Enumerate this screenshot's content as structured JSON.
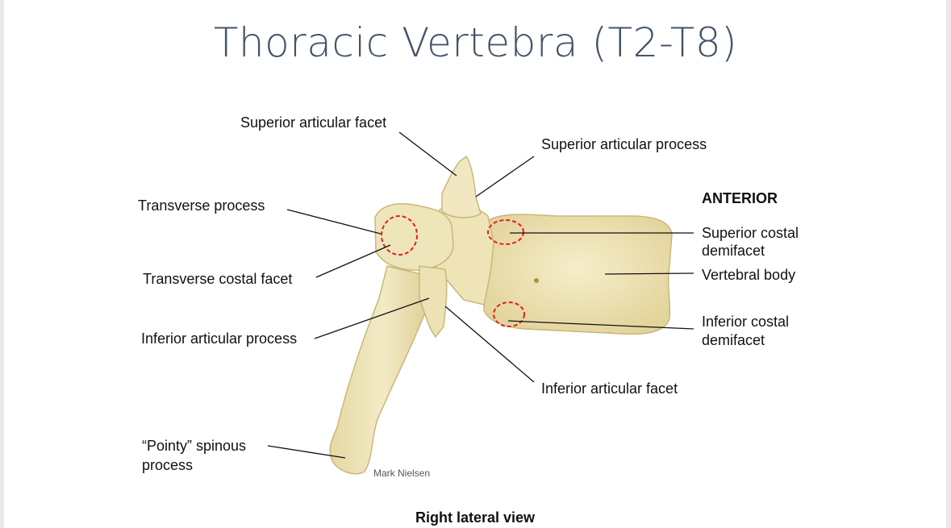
{
  "slide": {
    "title": "Thoracic Vertebra (T2-T8)",
    "caption": "Right lateral view",
    "credit": "Mark Nielsen",
    "orientation": "ANTERIOR"
  },
  "labels": {
    "superior_articular_facet": "Superior articular facet",
    "superior_articular_process": "Superior articular process",
    "transverse_process": "Transverse process",
    "transverse_costal_facet": "Transverse costal facet",
    "inferior_articular_process": "Inferior articular process",
    "inferior_articular_facet": "Inferior articular facet",
    "spinous_process_line1": "“Pointy” spinous",
    "spinous_process_line2": "process",
    "superior_costal_demifacet_line1": "Superior costal",
    "superior_costal_demifacet_line2": "demifacet",
    "vertebral_body": "Vertebral body",
    "inferior_costal_demifacet_line1": "Inferior costal",
    "inferior_costal_demifacet_line2": "demifacet"
  },
  "colors": {
    "title": "#44546a",
    "bone": "#f0e6bf",
    "bone_shade": "#d9c98f",
    "highlight_circle": "#e02020",
    "leader_line": "#111111"
  }
}
